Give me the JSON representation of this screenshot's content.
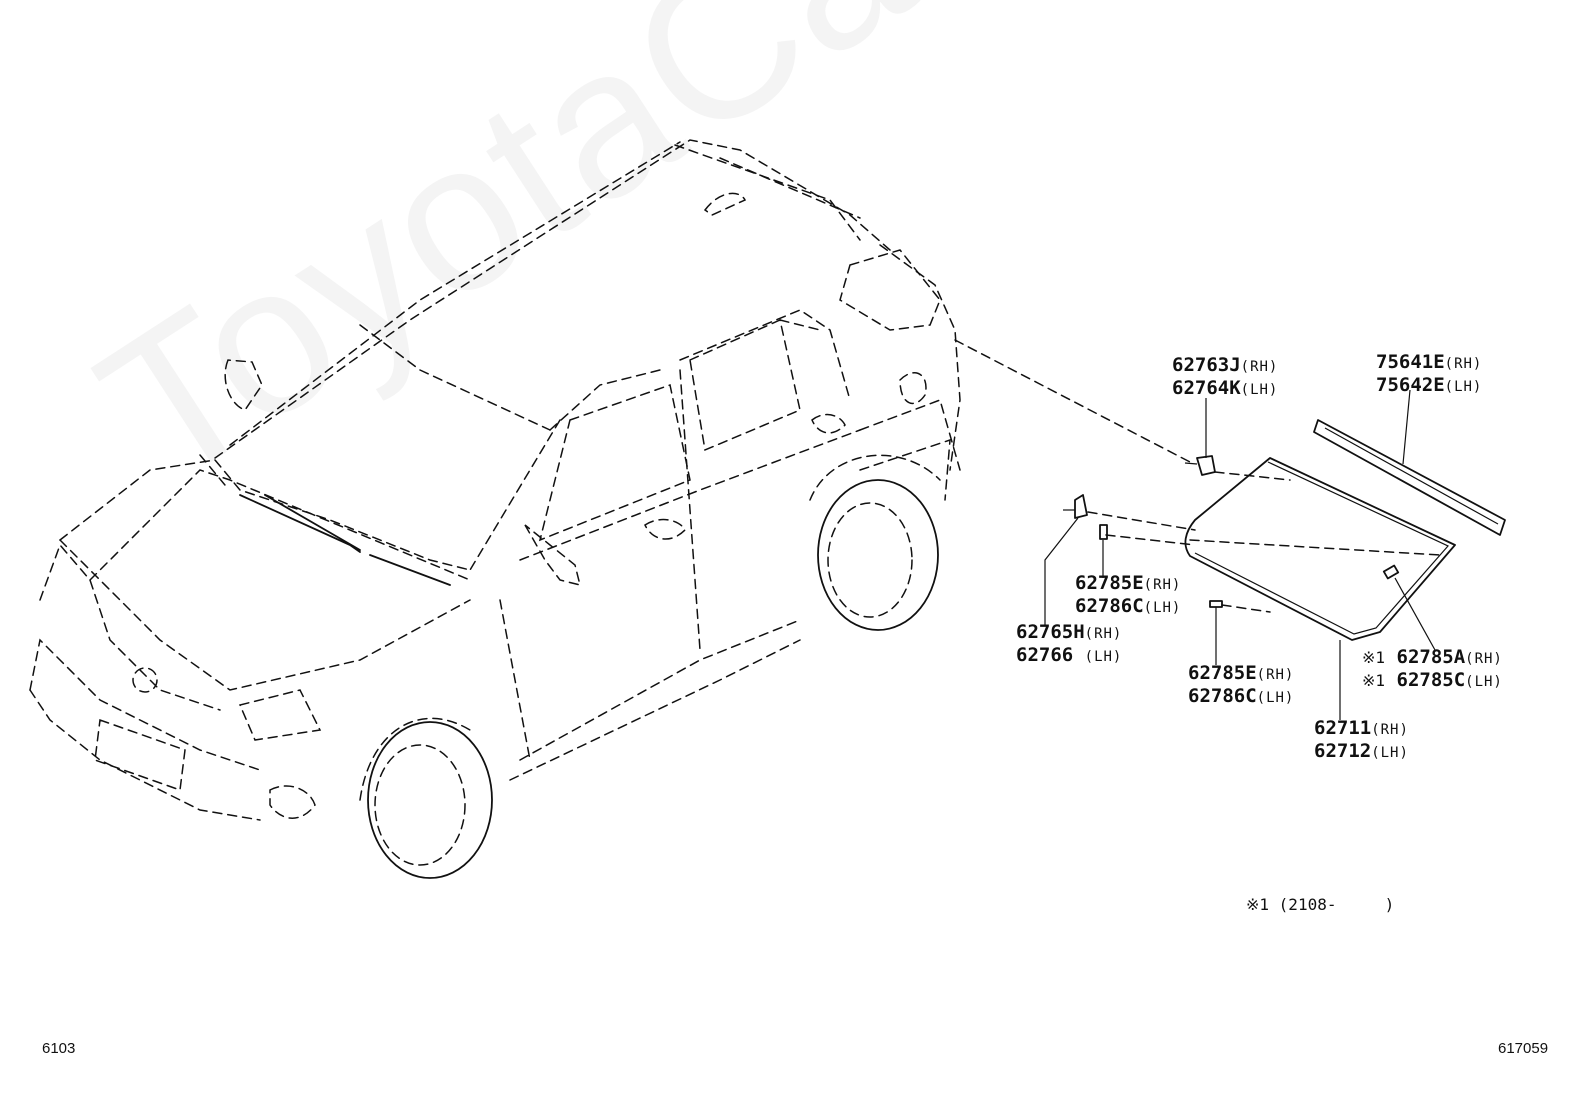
{
  "watermark": "ToyotaCarline.ru",
  "callouts": {
    "c1": {
      "line1": "62763J",
      "suffix1": "(RH)",
      "line2": "62764K",
      "suffix2": "(LH)"
    },
    "c2": {
      "line1": "75641E",
      "suffix1": "(RH)",
      "line2": "75642E",
      "suffix2": "(LH)"
    },
    "c3": {
      "line1": "62785E",
      "suffix1": "(RH)",
      "line2": "62786C",
      "suffix2": "(LH)"
    },
    "c4": {
      "line1": "62765H",
      "suffix1": "(RH)",
      "line2": "62766 ",
      "suffix2": "(LH)"
    },
    "c5": {
      "line1": "62785E",
      "suffix1": "(RH)",
      "line2": "62786C",
      "suffix2": "(LH)"
    },
    "c6": {
      "mark1": "※1",
      "line1": "62785A",
      "suffix1": "(RH)",
      "mark2": "※1",
      "line2": "62785C",
      "suffix2": "(LH)"
    },
    "c7": {
      "line1": "62711",
      "suffix1": "(RH)",
      "line2": "62712",
      "suffix2": "(LH)"
    }
  },
  "footnote": "※1 (2108-     )",
  "corner_left": "6103",
  "corner_right": "617059"
}
